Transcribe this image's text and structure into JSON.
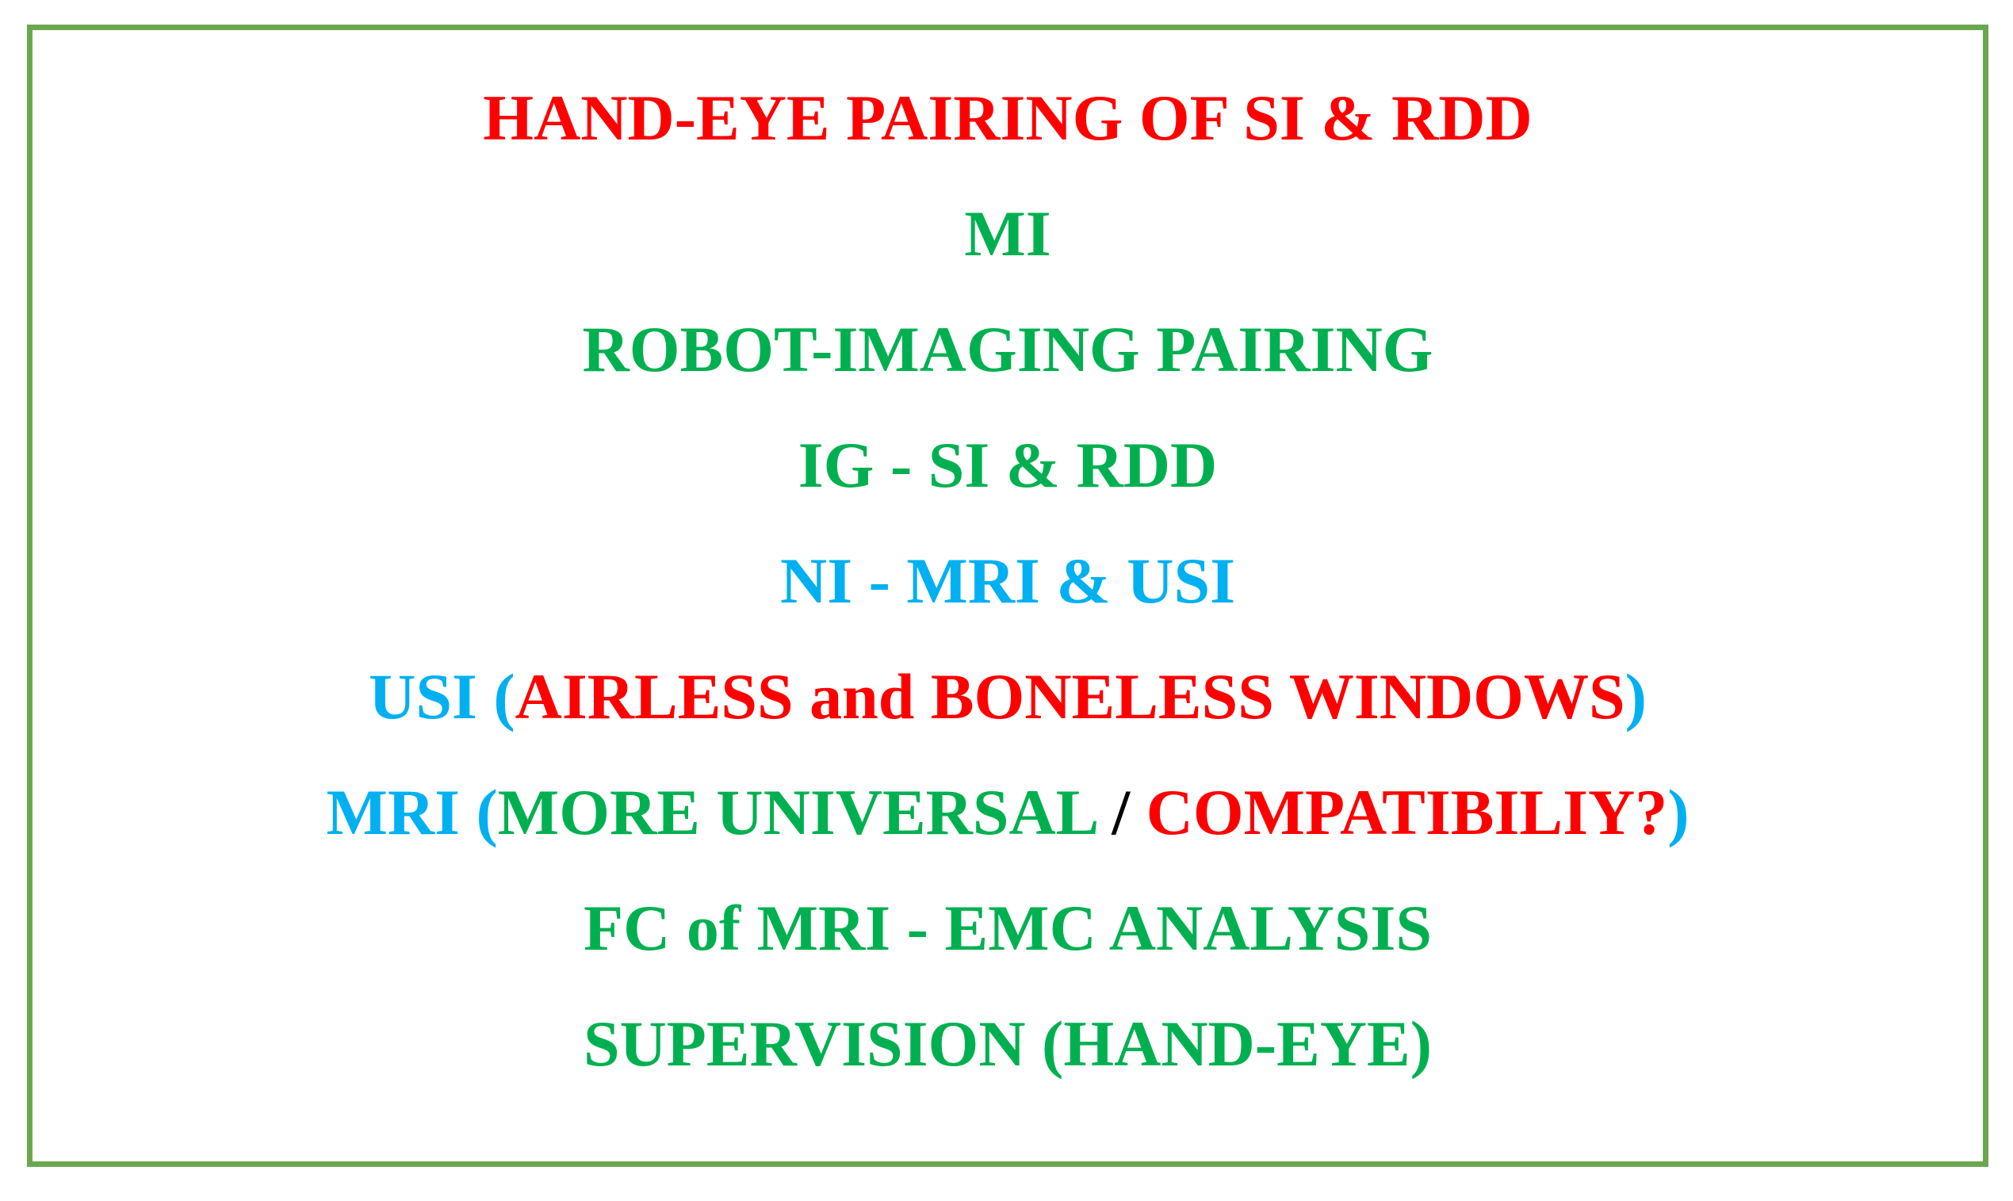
{
  "colors": {
    "frame_border": "#6aa84f",
    "red": "#ff0000",
    "green": "#00b050",
    "blue": "#00b0f0",
    "black": "#000000"
  },
  "lines": [
    {
      "segments": [
        {
          "text": "HAND-EYE PAIRING OF SI & RDD",
          "color": "red"
        }
      ]
    },
    {
      "segments": [
        {
          "text": "MI",
          "color": "green"
        }
      ]
    },
    {
      "segments": [
        {
          "text": "ROBOT-IMAGING PAIRING",
          "color": "green"
        }
      ]
    },
    {
      "segments": [
        {
          "text": "IG - SI & RDD",
          "color": "green"
        }
      ]
    },
    {
      "segments": [
        {
          "text": "NI - MRI & USI",
          "color": "blue"
        }
      ]
    },
    {
      "segments": [
        {
          "text": "USI (",
          "color": "blue"
        },
        {
          "text": "AIRLESS and BONELESS WINDOWS",
          "color": "red"
        },
        {
          "text": ")",
          "color": "blue"
        }
      ]
    },
    {
      "segments": [
        {
          "text": "MRI (",
          "color": "blue"
        },
        {
          "text": "MORE UNIVERSAL",
          "color": "green"
        },
        {
          "text": " / ",
          "color": "black"
        },
        {
          "text": "COMPATIBILIY?",
          "color": "red"
        },
        {
          "text": ")",
          "color": "blue"
        }
      ]
    },
    {
      "segments": [
        {
          "text": "FC of MRI - EMC ANALYSIS",
          "color": "green"
        }
      ]
    },
    {
      "segments": [
        {
          "text": "SUPERVISION (HAND-EYE)",
          "color": "green"
        }
      ]
    }
  ]
}
